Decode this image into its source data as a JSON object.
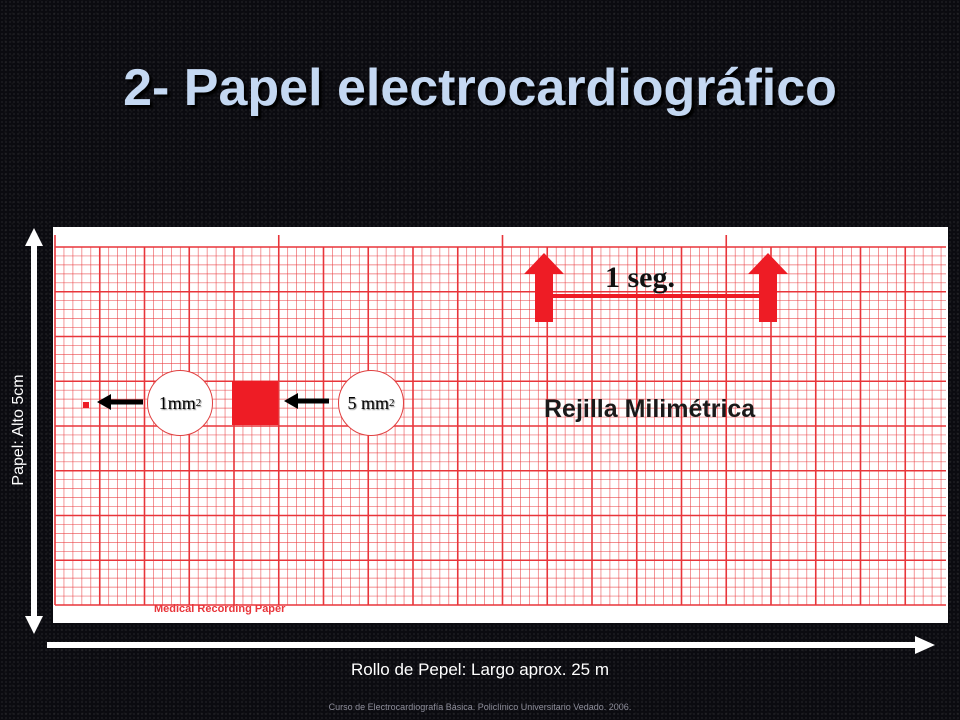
{
  "slide": {
    "title": "2- Papel electrocardiográfico",
    "paper_label": "Medical Recording Paper",
    "one_sec_label": "1 seg.",
    "grid_label": "Rejilla Milimétrica",
    "small_square_label": "1mm",
    "large_square_label": "5 mm",
    "exponent": "2",
    "height_label": "Papel: Alto 5cm",
    "length_label": "Rollo de Pepel: Largo aprox. 25 m",
    "footer": "Curso de Electrocardiografía Básica. Policlínico Universitario Vedado. 2006."
  },
  "colors": {
    "grid_red": "#e8353a",
    "title_blue": "#c4d8f2",
    "background": "#0b0b10"
  }
}
